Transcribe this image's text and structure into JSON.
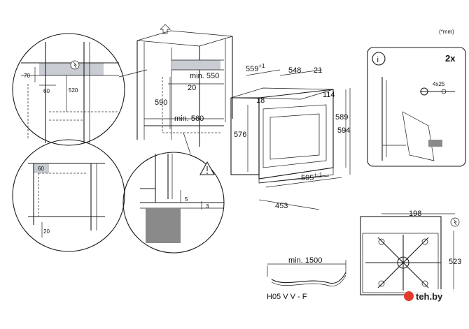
{
  "units_note": "(*mm)",
  "info_symbol": "i",
  "count_label": "2x",
  "screw_label": "4x25",
  "cable_label": "H05 V V - F",
  "cable_length": "min. 1500",
  "watermark": "teh.by",
  "dims": {
    "d70": "70",
    "d60_top": "60",
    "d520": "520",
    "d60_box": "60",
    "d20_bottom": "20",
    "min550": "min. 550",
    "d20_mid": "20",
    "d590": "590",
    "min560": "min. 560",
    "d559": "559",
    "d559_sup": "+1",
    "d548": "548",
    "d21": "21",
    "d18": "18",
    "d114": "114",
    "d576": "576",
    "d589": "589",
    "d594": "594",
    "d595": "595",
    "d595_sup": "+-1",
    "d453": "453",
    "d5": "5",
    "d3": "3",
    "d198": "198",
    "d523": "523"
  },
  "icons": {
    "up_arrow": "up-arrow-icon",
    "warning": "warning-triangle-icon",
    "plug": "power-plug-icon",
    "info": "info-icon"
  }
}
